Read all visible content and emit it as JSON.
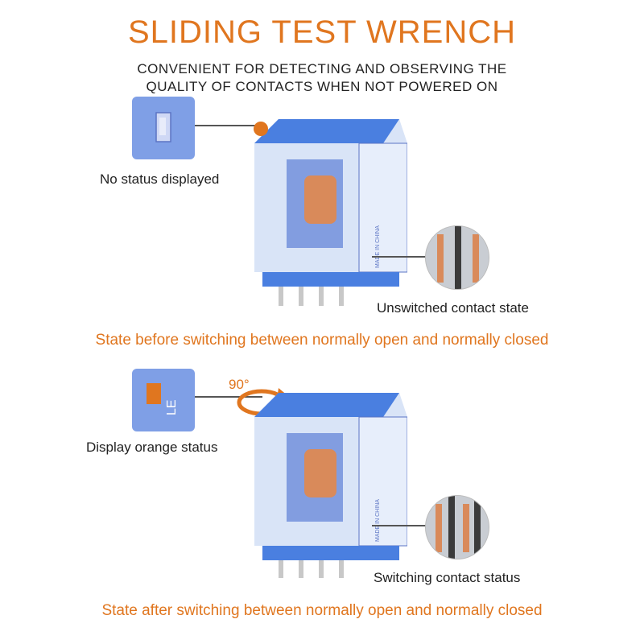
{
  "header": {
    "title": "SLIDING TEST WRENCH",
    "subtitle_line1": "CONVENIENT FOR DETECTING AND OBSERVING THE",
    "subtitle_line2": "QUALITY OF CONTACTS WHEN NOT POWERED ON"
  },
  "before": {
    "status_label": "No status displayed",
    "contact_label": "Unswitched contact state",
    "caption": "State before switching between normally open and normally closed"
  },
  "after": {
    "angle_label": "90°",
    "status_label": "Display orange status",
    "contact_label": "Switching contact status",
    "caption": "State after switching between normally open and normally closed"
  },
  "relay": {
    "side_text": "MADE IN CHINA"
  },
  "colors": {
    "accent_orange": "#e0761f",
    "relay_blue": "#4a7fe0",
    "relay_light_blue": "#7f9fe6",
    "coil_copper": "#d98a5a",
    "terminal_silver": "#c8c8c8"
  },
  "icons": {
    "rotation": "rotate-arrow-icon"
  }
}
